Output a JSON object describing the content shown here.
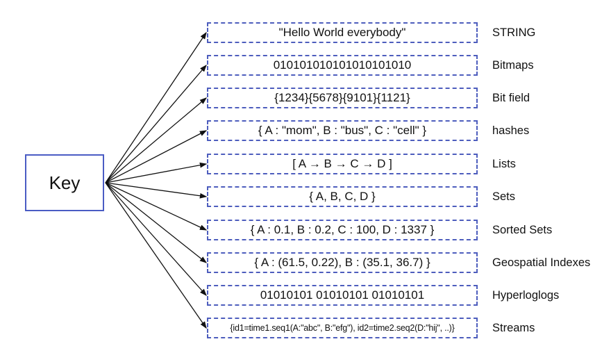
{
  "key": {
    "label": "Key"
  },
  "entries": [
    {
      "value": "\"Hello World everybody\"",
      "type": "STRING"
    },
    {
      "value": "010101010101010101010",
      "type": "Bitmaps"
    },
    {
      "value": "{1234}{5678}{9101}{1121}",
      "type": "Bit field"
    },
    {
      "value": "{ A : \"mom\", B : \"bus\", C : \"cell\" }",
      "type": "hashes"
    },
    {
      "value": "[ A → B → C → D ]",
      "type": "Lists"
    },
    {
      "value": "{ A, B, C, D }",
      "type": "Sets"
    },
    {
      "value": "{ A : 0.1, B : 0.2, C : 100, D : 1337 }",
      "type": "Sorted Sets"
    },
    {
      "value": "{ A : (61.5, 0.22), B : (35.1, 36.7) }",
      "type": "Geospatial Indexes"
    },
    {
      "value": "01010101 01010101 01010101",
      "type": "Hyperloglogs"
    },
    {
      "value": "{id1=time1.seq1(A:\"abc\", B:\"efg\"), id2=time2.seq2(D:\"hij\", ..)}",
      "type": "Streams"
    }
  ],
  "colors": {
    "box_border": "#4d5dbd",
    "key_border": "#4a5cc4",
    "connector": "#111111"
  }
}
